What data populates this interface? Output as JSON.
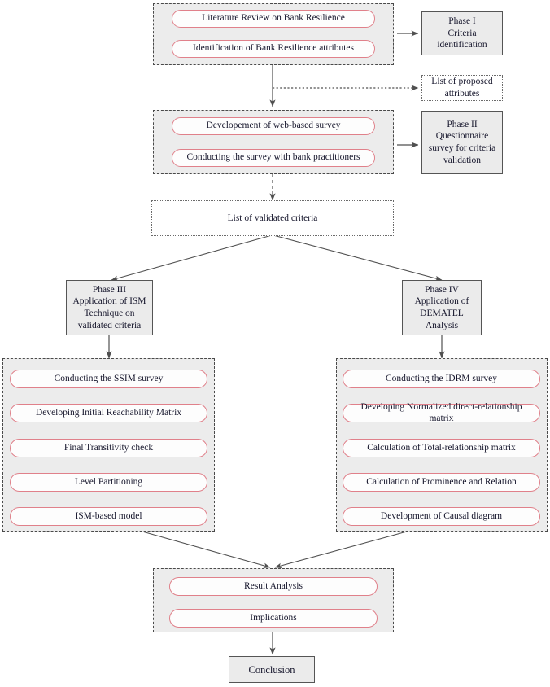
{
  "diagram": {
    "title": "Research methodology flowchart",
    "colors": {
      "pill_border": "#e0808a",
      "pill_fill": "#fdfdfd",
      "group_fill": "#ececec",
      "group_border": "#4a4a4a",
      "rect_fill": "#ebebeb",
      "rect_border": "#555555",
      "dotted_border": "#6b6b6b",
      "edge": "#4f4f4f",
      "text": "#16162c"
    },
    "phase1": {
      "steps": [
        {
          "label": "Literature Review on Bank Resilience"
        },
        {
          "label": "Identification of Bank Resilience attributes"
        }
      ],
      "marker": "Phase I\nCriteria identification",
      "marker_lines": [
        "Phase I",
        "Criteria identification"
      ]
    },
    "proposed_attributes": {
      "lines": [
        "List of proposed",
        "attributes"
      ]
    },
    "phase2": {
      "steps": [
        {
          "label": "Developement of web-based survey"
        },
        {
          "label": "Conducting the survey with bank practitioners"
        }
      ],
      "marker_lines": [
        "Phase II",
        "Questionnaire",
        "survey for criteria",
        "validation"
      ]
    },
    "validated_criteria": {
      "label": "List of validated criteria"
    },
    "phase3": {
      "marker_lines": [
        "Phase III",
        "Application of ISM",
        "Technique on",
        "validated criteria"
      ],
      "steps": [
        {
          "label": "Conducting the SSIM survey"
        },
        {
          "label": "Developing Initial Reachability Matrix"
        },
        {
          "label": "Final Transitivity check"
        },
        {
          "label": "Level Partitioning"
        },
        {
          "label": "ISM-based model"
        }
      ]
    },
    "phase4": {
      "marker_lines": [
        "Phase IV",
        "Application of",
        "DEMATEL Analysis"
      ],
      "steps": [
        {
          "label": "Conducting the IDRM survey"
        },
        {
          "label": "Developing Normalized direct-relationship matrix"
        },
        {
          "label": "Calculation of Total-relationship matrix"
        },
        {
          "label": "Calculation of Prominence and Relation"
        },
        {
          "label": "Development of Causal diagram"
        }
      ]
    },
    "results": {
      "steps": [
        {
          "label": "Result Analysis"
        },
        {
          "label": "Implications"
        }
      ]
    },
    "conclusion": {
      "label": "Conclusion"
    }
  }
}
